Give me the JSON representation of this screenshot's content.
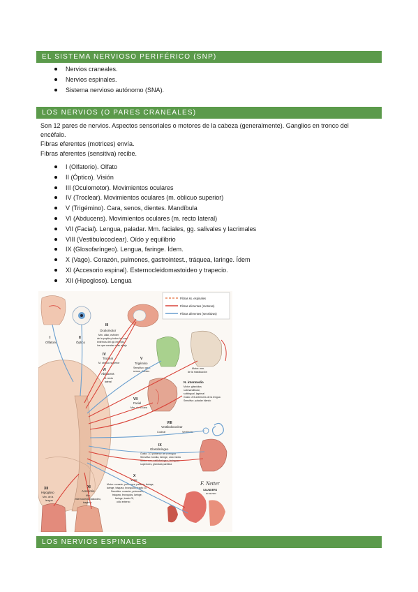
{
  "sections": {
    "snp": {
      "title": "EL SISTEMA NERVIOSO PERIFÉRICO (SNP)",
      "items": [
        "Nervios craneales.",
        "Nervios espinales.",
        "Sistema nervioso autónomo (SNA)."
      ]
    },
    "craneales": {
      "title": "LOS NERVIOS (O PARES CRANEALES)",
      "intro_line1": "Son 12 pares de nervios. Aspectos sensoriales o motores de la cabeza (generalmente). Ganglios en tronco del",
      "intro_line2": "encéfalo.",
      "eferentes": "Fibras eferentes (motrices) envía.",
      "aferentes": "Fibras aferentes (sensitiva) recibe.",
      "items": [
        "I (Olfatorio). Olfato",
        "II (Óptico). Visión",
        "III (Oculomotor). Movimientos oculares",
        "IV (Troclear). Movimientos oculares (m. oblicuo superior)",
        "V (Trigémino). Cara, senos, dientes. Mandíbula",
        "VI (Abducens). Movimientos oculares (m. recto lateral)",
        "VII (Facial). Lengua, paladar. Mm. faciales, gg. salivales y lacrimales",
        "VIII (Vestibulococlear). Oído y equilibrio",
        "IX (Glosofaríngeo). Lengua, faringe. Ídem.",
        "X (Vago). Corazón, pulmones, gastrointest., tráquea, laringe. Ídem",
        "XI (Accesorio espinal). Esternocleidomastoideo y trapecio.",
        "XII (Hipogloso). Lengua"
      ]
    },
    "espinales": {
      "title": "LOS NERVIOS ESPINALES"
    }
  },
  "figure": {
    "legend": [
      "Fibras ss. espinales",
      "Fibras eferentes (motoras)",
      "Fibras aferentes (sensitivas)"
    ],
    "colors": {
      "spinal": "#e8875f",
      "efferent": "#d9443a",
      "afferent": "#6a9fcf",
      "tissue": "#f2d2bd",
      "band": "#5b9a4b"
    },
    "labels": {
      "I": "I",
      "I_name": "Olfatorio",
      "II": "II",
      "II_name": "Óptico",
      "III": "III",
      "III_name": "Oculomotor",
      "III_desc1": "Mm. ciliar, esfínter",
      "III_desc2": "de la pupila y todos los mm.",
      "III_desc3": "externos del ojo excepto",
      "III_desc4": "los que constan más abajo",
      "IV": "IV",
      "IV_name": "Troclear",
      "IV_desc": "M. oblicuo superior",
      "V": "V",
      "V_name": "Trigémino",
      "V_desc1": "Sensitivo: cara,",
      "V_desc2": "senos, dientes",
      "V_motor1": "Motor: mm.",
      "V_motor2": "de la masticación",
      "VI": "VI",
      "VI_name": "Abducens",
      "VI_desc1": "M. recto",
      "VI_desc2": "lateral",
      "VII": "VII",
      "VII_name": "Facial",
      "VII_desc": "Mm. de la cara",
      "NI": "N. intermedio",
      "NI_desc1": "Motor: glándulas",
      "NI_desc2": "submandibular,",
      "NI_desc3": "sublingual, lagrimal",
      "NI_desc4": "Gusto: 2/3 anteriores de la lengua",
      "NI_desc5": "Sensitivo: paladar blando",
      "VIII": "VIII",
      "VIII_name": "Vestibulococlear",
      "VIII_c": "Coclear",
      "VIII_v": "Vestibular",
      "IX": "IX",
      "IX_name": "Glosofaríngeo",
      "IX_desc1": "Gusto: 1/3 posterior de la lengua",
      "IX_desc2": "Sensitivo: tonsila, faringe, oído medio",
      "IX_desc3": "Motor: mm. estilofaríngeo, faríngeos",
      "IX_desc4": "superiores, glándula parótida",
      "X": "X",
      "X_name": "Vago",
      "X_desc1": "Motor: corazón, pulmones, paladar, faringe,",
      "X_desc2": "laringe, tráquea, bronquios, tracto GI",
      "X_desc3": "Sensitivo: corazón, pulmones,",
      "X_desc4": "tráquea, bronquios, laringe,",
      "X_desc5": "faringe, tracto GI,",
      "X_desc6": "oído externo",
      "XI": "XI",
      "XI_name": "Accesorio",
      "XI_desc1": "Mm.",
      "XI_desc2": "esternocleidomastoideo,",
      "XI_desc3": "trapecio",
      "XII": "XII",
      "XII_name": "Hipogloso",
      "XII_desc1": "Mm. de la",
      "XII_desc2": "lengua",
      "signature": "F. Netter",
      "publisher": "SAUNDERS",
      "publisher_sub": "ELSEVIER"
    }
  }
}
